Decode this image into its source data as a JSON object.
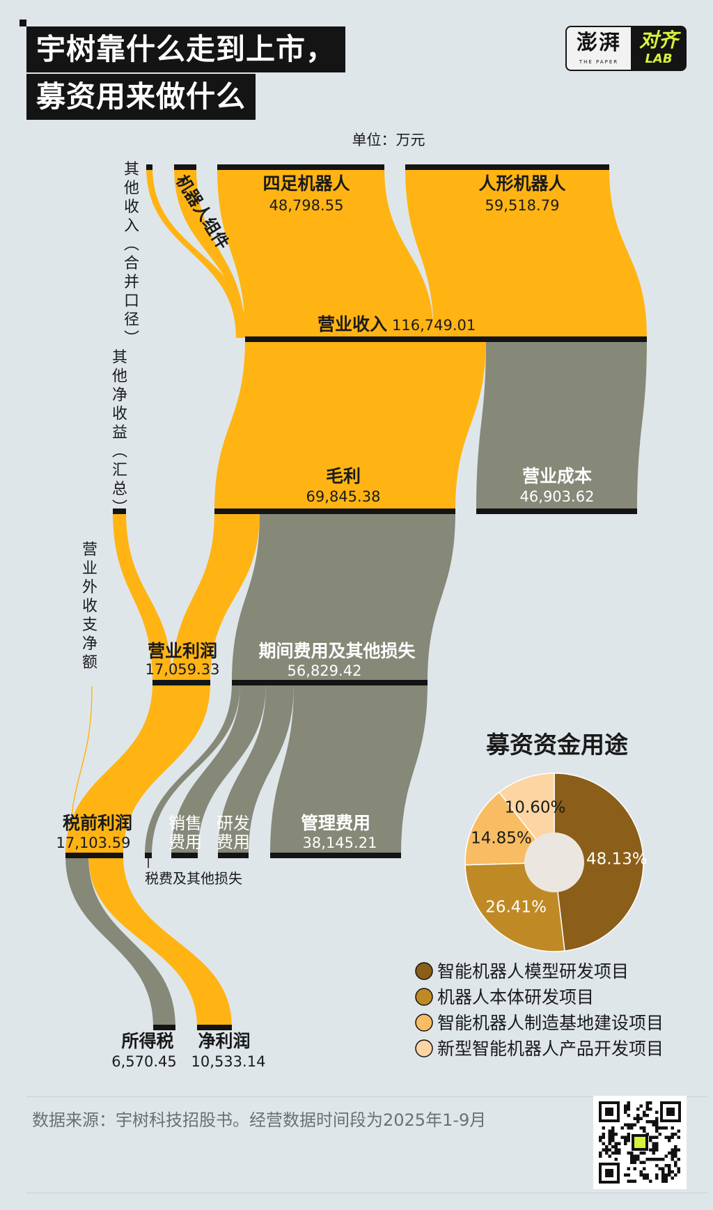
{
  "header": {
    "title_line1": "宇树靠什么走到上市，",
    "title_line2": "募资用来做什么",
    "logo_left": "澎湃",
    "logo_left_sub": "THE PAPER",
    "logo_right": "对齐",
    "logo_right_sub": "LAB"
  },
  "unit_label": "单位：万元",
  "footer": {
    "source": "数据来源：宇树科技招股书。经营数据时间段为2025年1-9月"
  },
  "colors": {
    "income": "#ffb414",
    "cost": "#868878",
    "bar": "#141414",
    "background": "#dfe6ea"
  },
  "chart_data": [
    {
      "type": "sankey",
      "nodes": [
        {
          "id": "other_income",
          "label": "其他收入（合并口径）",
          "value": null
        },
        {
          "id": "components",
          "label": "机器人组件",
          "value": null
        },
        {
          "id": "quadruped",
          "label": "四足机器人",
          "value": 48798.55
        },
        {
          "id": "humanoid",
          "label": "人形机器人",
          "value": 59518.79
        },
        {
          "id": "revenue",
          "label": "营业收入",
          "value": 116749.01
        },
        {
          "id": "gross_profit",
          "label": "毛利",
          "value": 69845.38
        },
        {
          "id": "cost",
          "label": "营业成本",
          "value": 46903.62
        },
        {
          "id": "other_net",
          "label": "其他净收益（汇总）",
          "value": null
        },
        {
          "id": "op_profit",
          "label": "营业利润",
          "value": 17059.33
        },
        {
          "id": "expenses",
          "label": "期间费用及其他损失",
          "value": 56829.42
        },
        {
          "id": "non_op",
          "label": "营业外收支净额",
          "value": null
        },
        {
          "id": "pretax",
          "label": "税前利润",
          "value": 17103.59
        },
        {
          "id": "tax_other",
          "label": "税费及其他损失",
          "value": null
        },
        {
          "id": "selling",
          "label": "销售费用",
          "value": null
        },
        {
          "id": "rnd",
          "label": "研发费用",
          "value": null
        },
        {
          "id": "admin",
          "label": "管理费用",
          "value": 38145.21
        },
        {
          "id": "income_tax",
          "label": "所得税",
          "value": 6570.45
        },
        {
          "id": "net_profit",
          "label": "净利润",
          "value": 10533.14
        }
      ],
      "value_labels": {
        "quadruped": "48,798.55",
        "humanoid": "59,518.79",
        "revenue": "116,749.01",
        "gross_profit": "69,845.38",
        "cost": "46,903.62",
        "op_profit": "17,059.33",
        "expenses": "56,829.42",
        "pretax": "17,103.59",
        "admin": "38,145.21",
        "income_tax": "6,570.45",
        "net_profit": "10,533.14"
      }
    },
    {
      "type": "pie",
      "title": "募资资金用途",
      "slices": [
        {
          "label": "智能机器人模型研发项目",
          "value": 48.13,
          "text": "48.13%",
          "color": "#8b5e1a"
        },
        {
          "label": "机器人本体研发项目",
          "value": 26.41,
          "text": "26.41%",
          "color": "#bf8a25"
        },
        {
          "label": "智能机器人制造基地建设项目",
          "value": 14.85,
          "text": "14.85%",
          "color": "#f8bd63"
        },
        {
          "label": "新型智能机器人产品开发项目",
          "value": 10.6,
          "text": "10.60%",
          "color": "#fcd5a3"
        }
      ],
      "center_color": "#ebe6e0"
    }
  ]
}
